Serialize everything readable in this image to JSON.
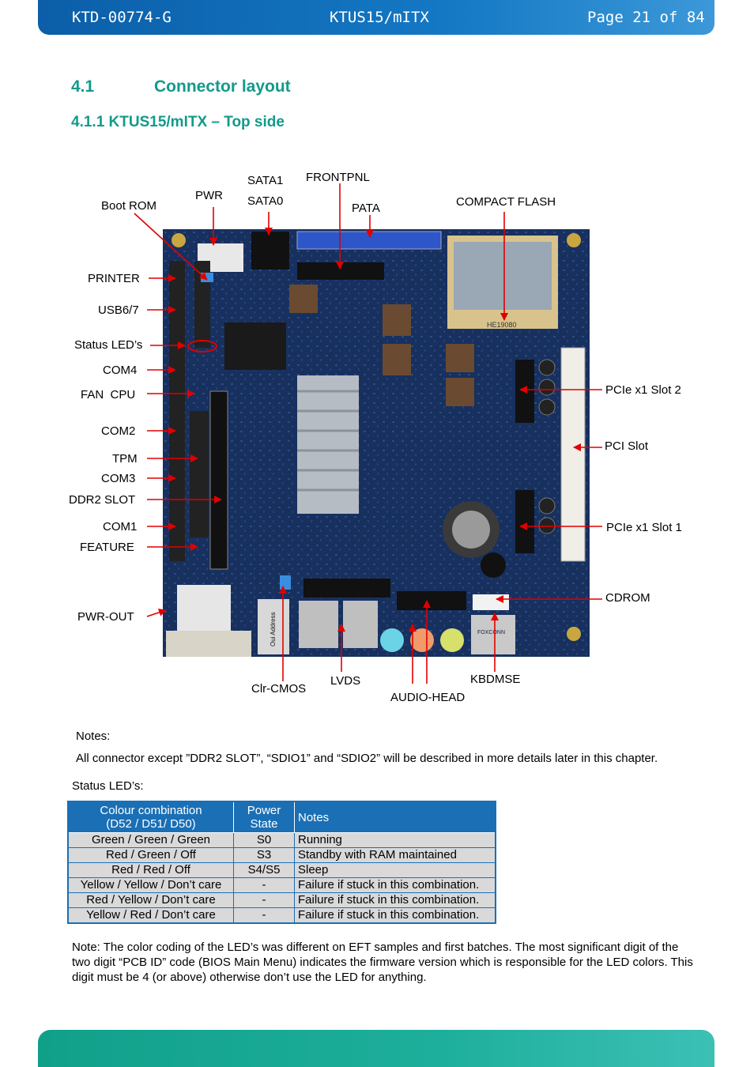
{
  "header": {
    "doc_id": "KTD-00774-G",
    "product": "KTUS15/mITX",
    "page": "Page 21 of 84"
  },
  "section": {
    "number": "4.1",
    "title": "Connector layout"
  },
  "subsection": {
    "title": "4.1.1  KTUS15/mITX – Top side"
  },
  "board_labels": {
    "sata1": "SATA1",
    "sata0": "SATA0",
    "frontpnl": "FRONTPNL",
    "pwr": "PWR",
    "pata": "PATA",
    "boot_rom": "Boot ROM",
    "compact_flash": "COMPACT FLASH",
    "printer": "PRINTER",
    "usb67": "USB6/7",
    "status_leds": "Status LED’s",
    "com4": "COM4",
    "fan_cpu": "FAN  CPU",
    "com2": "COM2",
    "tpm": "TPM",
    "com3": "COM3",
    "ddr2_slot": "DDR2 SLOT",
    "com1": "COM1",
    "feature": "FEATURE",
    "pwr_out": "PWR-OUT",
    "pcie_slot2": "PCIe x1 Slot 2",
    "pci_slot": "PCI Slot",
    "pcie_slot1": "PCIe x1 Slot 1",
    "cdrom": "CDROM",
    "clr_cmos": "Clr-CMOS",
    "lvds": "LVDS",
    "audio_head": "AUDIO-HEAD",
    "kbdmse": "KBDMSE"
  },
  "board_print": {
    "oui": "Oui Address",
    "cf_code": "HE19080",
    "foxconn": "FOXCONN"
  },
  "notes": {
    "heading": "Notes:",
    "text": "All connector except ”DDR2 SLOT”, “SDIO1” and “SDIO2” will be described in more details later in this chapter."
  },
  "status_heading": "Status LED’s:",
  "table": {
    "headers": [
      "Colour combination",
      "(D52 / D51/ D50)",
      "Power",
      "State",
      "Notes"
    ],
    "rows": [
      [
        "Green / Green / Green",
        "S0",
        "Running"
      ],
      [
        "Red / Green / Off",
        "S3",
        "Standby with RAM maintained"
      ],
      [
        "Red / Red / Off",
        "S4/S5",
        "Sleep"
      ],
      [
        "Yellow / Yellow / Don’t care",
        "-",
        "Failure if stuck in this combination."
      ],
      [
        "Red / Yellow / Don’t care",
        "-",
        "Failure if stuck in this combination."
      ],
      [
        "Yellow / Red / Don’t care",
        "-",
        "Failure if stuck in this combination."
      ]
    ]
  },
  "final_note": "Note: The color coding of the LED’s was different on EFT samples and first batches. The most significant digit of the two digit “PCB ID” code (BIOS Main Menu) indicates the firmware version which is responsible for the LED colors. This digit must be 4 (or above) otherwise don’t use the LED for anything.",
  "colors": {
    "heading": "#129a8a",
    "header_bar": "#1478c4",
    "footer_bar": "#1eaf9c",
    "table_header": "#1a6fb5",
    "arrow": "#e00000"
  }
}
